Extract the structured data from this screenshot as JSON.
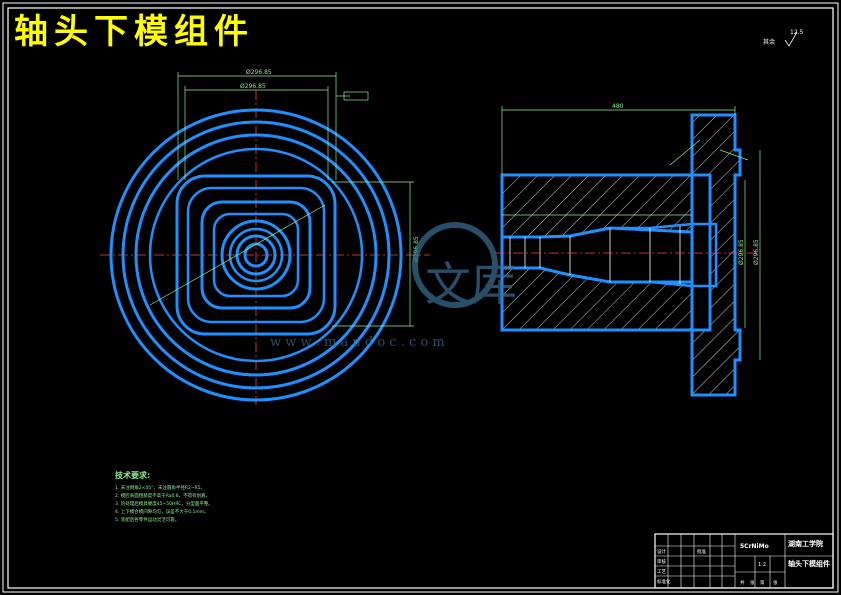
{
  "title": "轴头下模组件",
  "roughness": "其余",
  "roughness_value": "12.5",
  "plan_view": {
    "dims": [
      "Ø296.85",
      "Ø296.85",
      "Ø296.85"
    ]
  },
  "section_view": {
    "total_length": "480",
    "right_dims": [
      "Ø296.85",
      "Ø296.85"
    ]
  },
  "technical_requirements": {
    "heading": "技术要求:",
    "items": [
      "1. 未注倒角2×45°，未注圆角半径R2~R5。",
      "2. 模腔表面粗糙度不高于Ra0.8，不得有划痕。",
      "3. 热处理后模具硬度45~50HRC，分型面平整。",
      "4. 上下模合模间隙均匀，误差不大于0.1mm。",
      "5. 装配后各零件运动灵活可靠。"
    ]
  },
  "title_block": {
    "school": "湖南工学院",
    "drawing_name": "轴头下模组件",
    "material": "5CrNiMo",
    "scale": "1:2",
    "labels": [
      "设计",
      "审核",
      "工艺",
      "标准化",
      "批准"
    ],
    "footer": [
      "共",
      "张",
      "第",
      "张"
    ]
  },
  "watermark": {
    "text": "文库",
    "url": "w w w . m a n d o c . c o m"
  }
}
